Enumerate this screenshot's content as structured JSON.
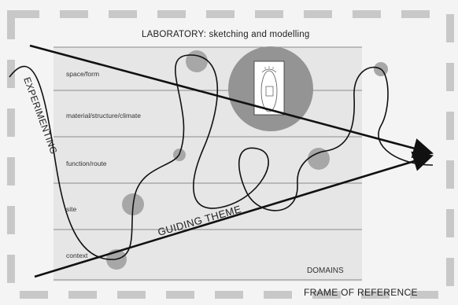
{
  "diagram": {
    "heading": "LABORATORY:  sketching and modelling",
    "domains": [
      "space/form",
      "material/structure/climate",
      "function/route",
      "site",
      "context"
    ],
    "side_label": "EXPERIMENTING",
    "theme_label": "GUIDING THEME",
    "domains_label": "DOMAINS",
    "frame_label": "FRAME OF REFERENCE"
  },
  "colors": {
    "background": "#f4f4f4",
    "frame_dashes": "#c8c8c8",
    "domain_field": "#e6e6e6",
    "domain_lines": "#8a8a8a",
    "node_circles": "#a7a7a7",
    "big_circle": "#949494",
    "ink": "#111111"
  }
}
